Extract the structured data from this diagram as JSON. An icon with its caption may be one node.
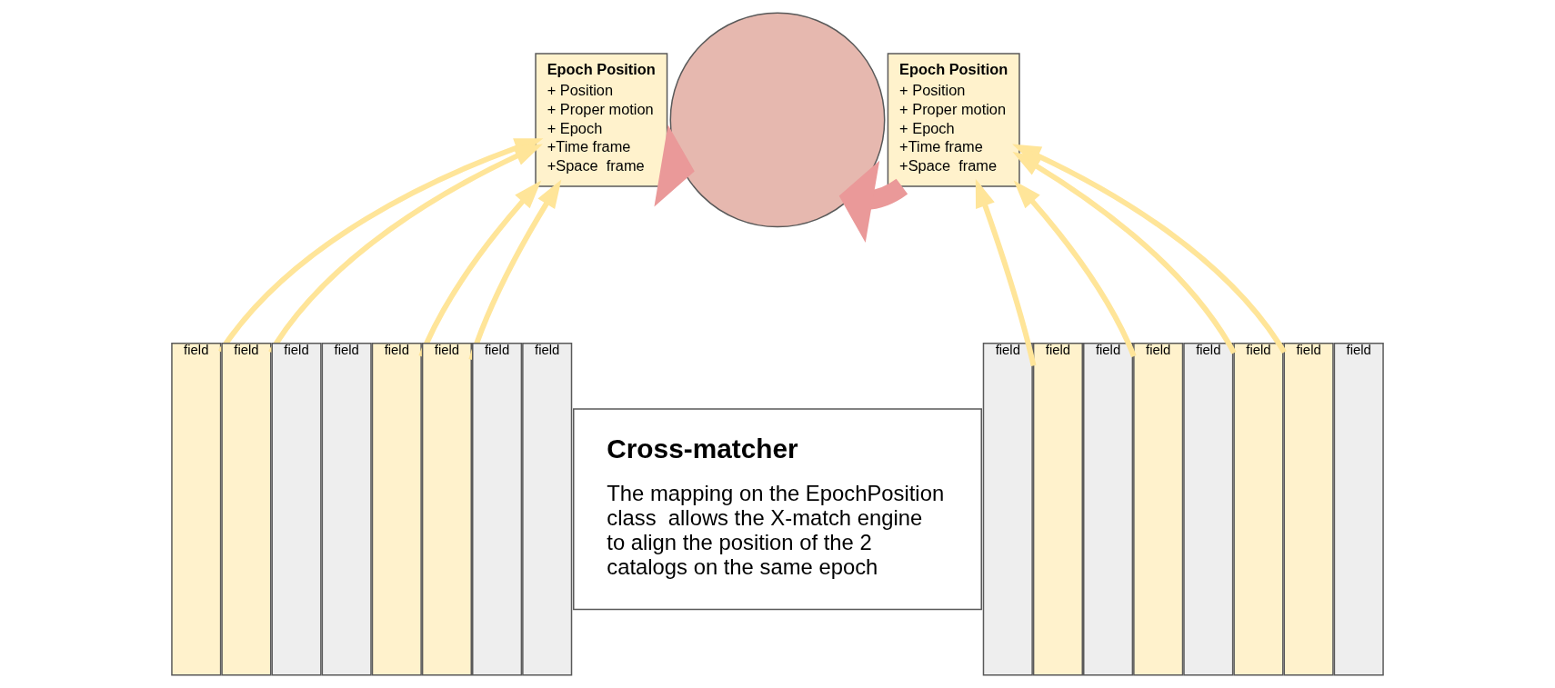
{
  "diagram": {
    "nodes": [
      {
        "text": [
          "Epoch Position",
          "+ Position",
          "+ Proper motion",
          "+ Epoch",
          "+Time frame",
          "+Space  frame"
        ]
      },
      {
        "text": [],
        "shape": "circle"
      },
      {
        "text": [
          "Epoch Position",
          "+ Position",
          "+ Proper motion",
          "+ Epoch",
          "+Time frame",
          "+Space  frame"
        ]
      },
      {
        "text": [
          "field"
        ]
      },
      {
        "text": [
          "field"
        ]
      },
      {
        "text": [
          "field"
        ]
      },
      {
        "text": [
          "field"
        ]
      },
      {
        "text": [
          "field"
        ]
      },
      {
        "text": [
          "field"
        ]
      },
      {
        "text": [
          "field"
        ]
      },
      {
        "text": [
          "field"
        ]
      },
      {
        "text": [
          "Cross-matcher",
          "The mapping on the EpochPosition class  allows the X-match engine to align the position of the 2 catalogs on the same epoch"
        ]
      },
      {
        "text": [
          "field"
        ]
      },
      {
        "text": [
          "field"
        ]
      },
      {
        "text": [
          "field"
        ]
      },
      {
        "text": [
          "field"
        ]
      },
      {
        "text": [
          "field"
        ]
      },
      {
        "text": [
          "field"
        ]
      },
      {
        "text": [
          "field"
        ]
      },
      {
        "text": [
          "field"
        ]
      }
    ],
    "edges": [
      {
        "from": 0,
        "to": 1,
        "arrow": "to",
        "style": "thick",
        "color": "#ea9999"
      },
      {
        "from": 2,
        "to": 1,
        "arrow": "to",
        "style": "thick",
        "color": "#ea9999"
      },
      {
        "from": 3,
        "to": 0,
        "arrow": "to"
      },
      {
        "from": 4,
        "to": 0,
        "arrow": "to"
      },
      {
        "from": 7,
        "to": 0,
        "arrow": "to"
      },
      {
        "from": 8,
        "to": 0,
        "arrow": "to"
      },
      {
        "from": 13,
        "to": 2,
        "arrow": "to"
      },
      {
        "from": 15,
        "to": 2,
        "arrow": "to"
      },
      {
        "from": 17,
        "to": 2,
        "arrow": "to"
      },
      {
        "from": 18,
        "to": 2,
        "arrow": "to"
      }
    ]
  }
}
